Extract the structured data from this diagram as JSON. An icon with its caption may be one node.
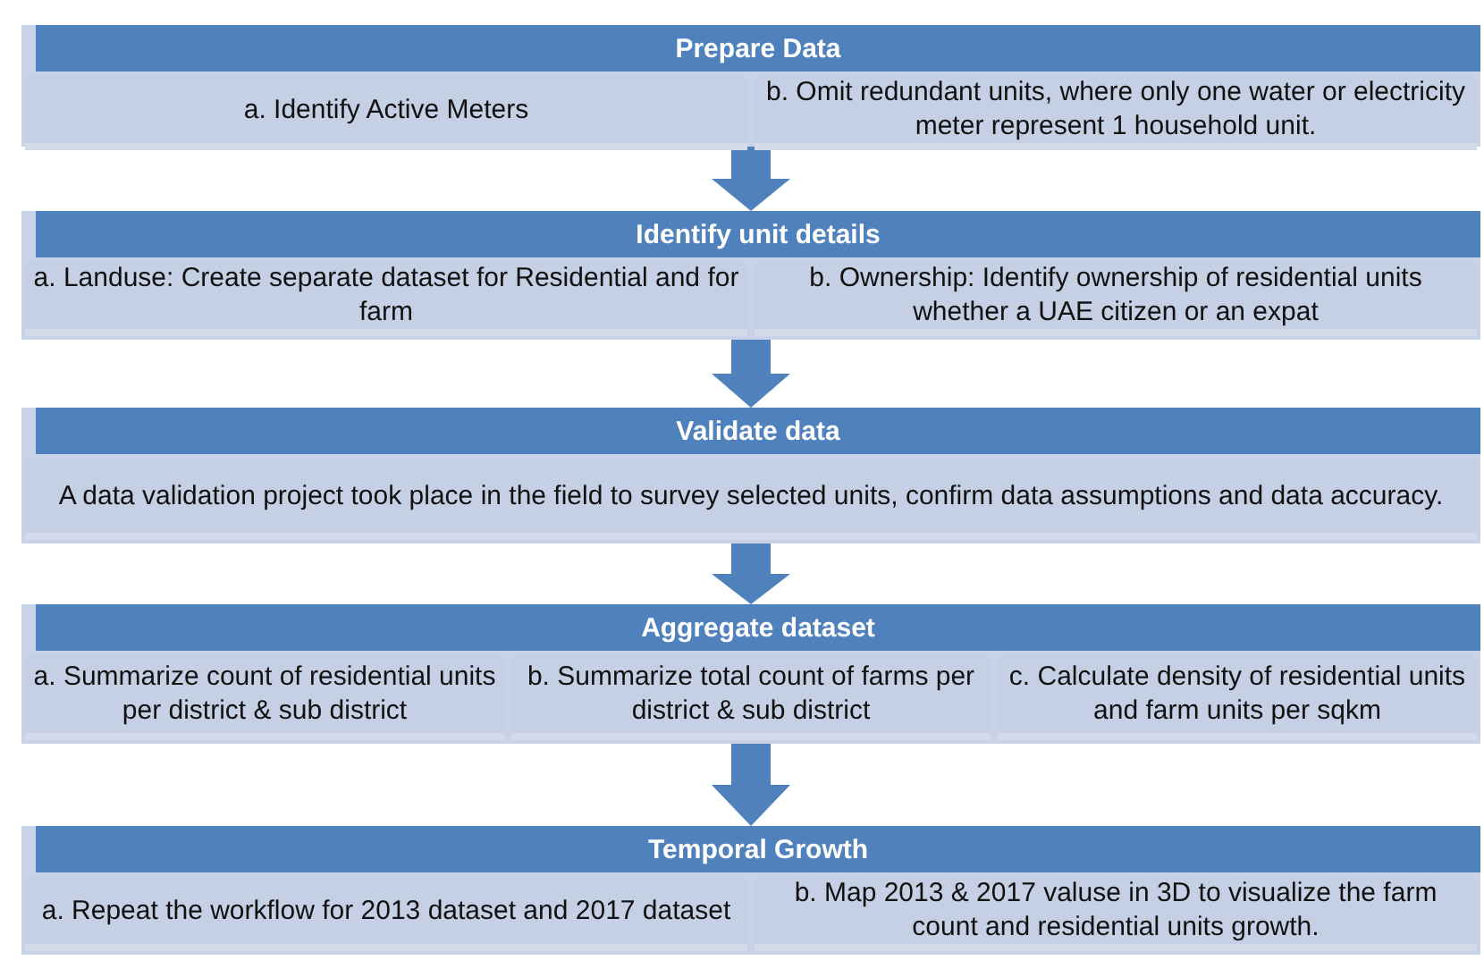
{
  "diagram": {
    "nodes": [
      {
        "text": [
          "Prepare Data"
        ]
      },
      {
        "text": [
          "a. Identify Active Meters"
        ],
        "in": 0
      },
      {
        "text": [
          "b. Omit redundant units, where only one water or electricity meter represent 1 household unit."
        ],
        "in": 0
      },
      {
        "text": [
          "Identify unit details"
        ]
      },
      {
        "text": [
          "a. Landuse: Create separate dataset for Residential and for farm"
        ],
        "in": 3
      },
      {
        "text": [
          "b. Ownership: Identify ownership of residential units whether a UAE citizen or an expat"
        ],
        "in": 3
      },
      {
        "text": [
          "Validate data"
        ]
      },
      {
        "text": [
          "A data validation project took place in the field to survey selected units, confirm data assumptions and data accuracy."
        ],
        "in": 6
      },
      {
        "text": [
          "Aggregate dataset"
        ]
      },
      {
        "text": [
          "a. Summarize count of residential units per district & sub district"
        ],
        "in": 8
      },
      {
        "text": [
          "b. Summarize total count of farms per district & sub district"
        ],
        "in": 8
      },
      {
        "text": [
          "c. Calculate density of residential units and farm units per sqkm"
        ],
        "in": 8
      },
      {
        "text": [
          "Temporal Growth"
        ]
      },
      {
        "text": [
          "a. Repeat the workflow for 2013 dataset and 2017 dataset"
        ],
        "in": 12
      },
      {
        "text": [
          "b. Map 2013 & 2017 valuse in 3D to visualize the farm count and residential units growth."
        ],
        "in": 12
      }
    ],
    "edges": [
      {
        "from": 0,
        "to": 3,
        "arrow": "to"
      },
      {
        "from": 3,
        "to": 6,
        "arrow": "to"
      },
      {
        "from": 6,
        "to": 8,
        "arrow": "to"
      },
      {
        "from": 8,
        "to": 12,
        "arrow": "to"
      }
    ]
  }
}
